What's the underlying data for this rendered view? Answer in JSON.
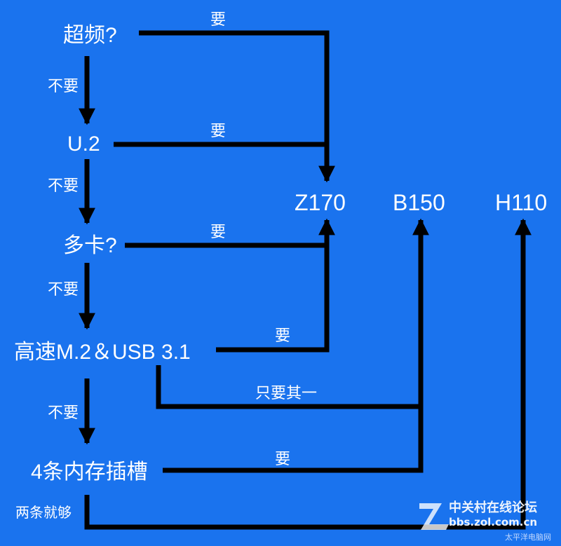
{
  "colors": {
    "background": "#1a73ee",
    "foreground": "#ffffff",
    "lines": "#000000"
  },
  "questions": {
    "overclock": "超频?",
    "u2": "U.2",
    "multi_gpu": "多卡?",
    "fast_m2_usb": "高速M.2＆USB 3.1",
    "four_dimm": "4条内存插槽"
  },
  "chipsets": {
    "z170": "Z170",
    "b150": "B150",
    "h110": "H110"
  },
  "edge_labels": {
    "yes_overclock": "要",
    "yes_u2": "要",
    "yes_multi_gpu": "要",
    "yes_fast_m2_usb": "要",
    "either_one": "只要其一",
    "yes_four_dimm": "要",
    "no_1": "不要",
    "no_2": "不要",
    "no_3": "不要",
    "no_4": "不要",
    "two_is_enough": "两条就够"
  },
  "watermark": {
    "brand": "中关村在线论坛",
    "url": "bbs.zol.com.cn",
    "sub": "太平洋电脑网",
    "logo_letter": "Z",
    "logo_icon": "zol-logo-icon"
  }
}
